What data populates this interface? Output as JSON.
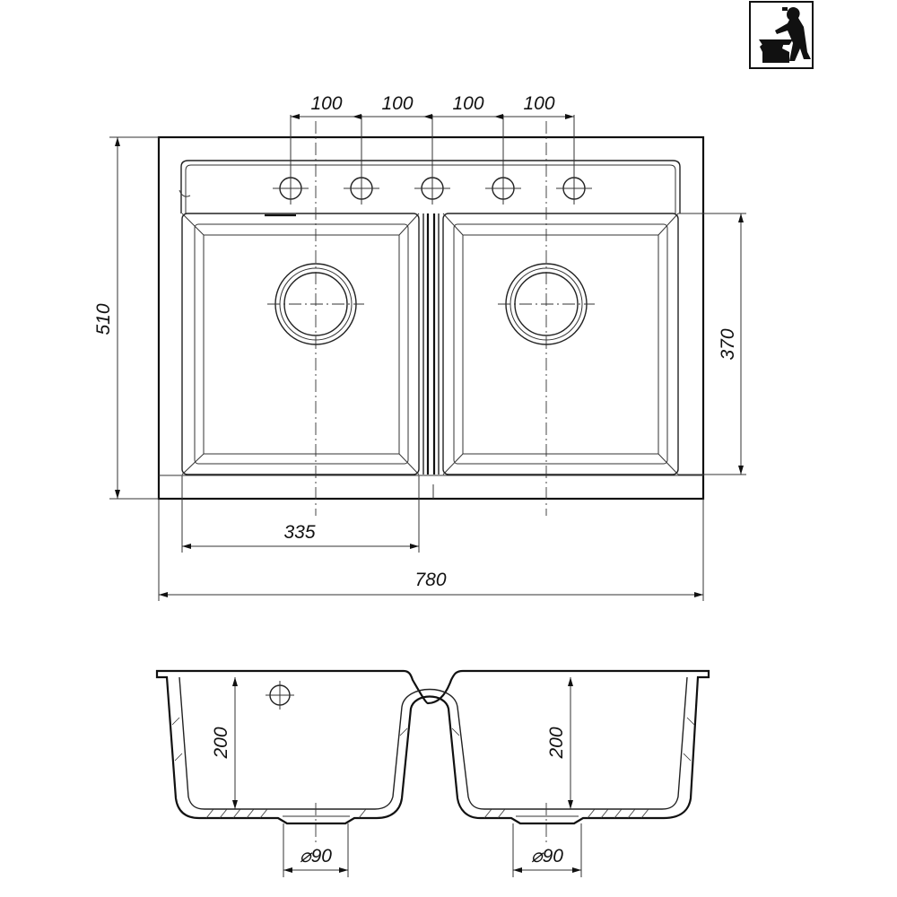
{
  "top_view": {
    "tap_hole_spacing": [
      "100",
      "100",
      "100",
      "100"
    ],
    "overall_depth": "510",
    "bowl_length": "370",
    "bowl_width": "335",
    "overall_width": "780"
  },
  "section_view": {
    "left_bowl_depth": "200",
    "right_bowl_depth": "200",
    "left_drain_diameter": "⌀90",
    "right_drain_diameter": "⌀90"
  },
  "logo": {
    "name": "craftsman-anvil-logo"
  }
}
